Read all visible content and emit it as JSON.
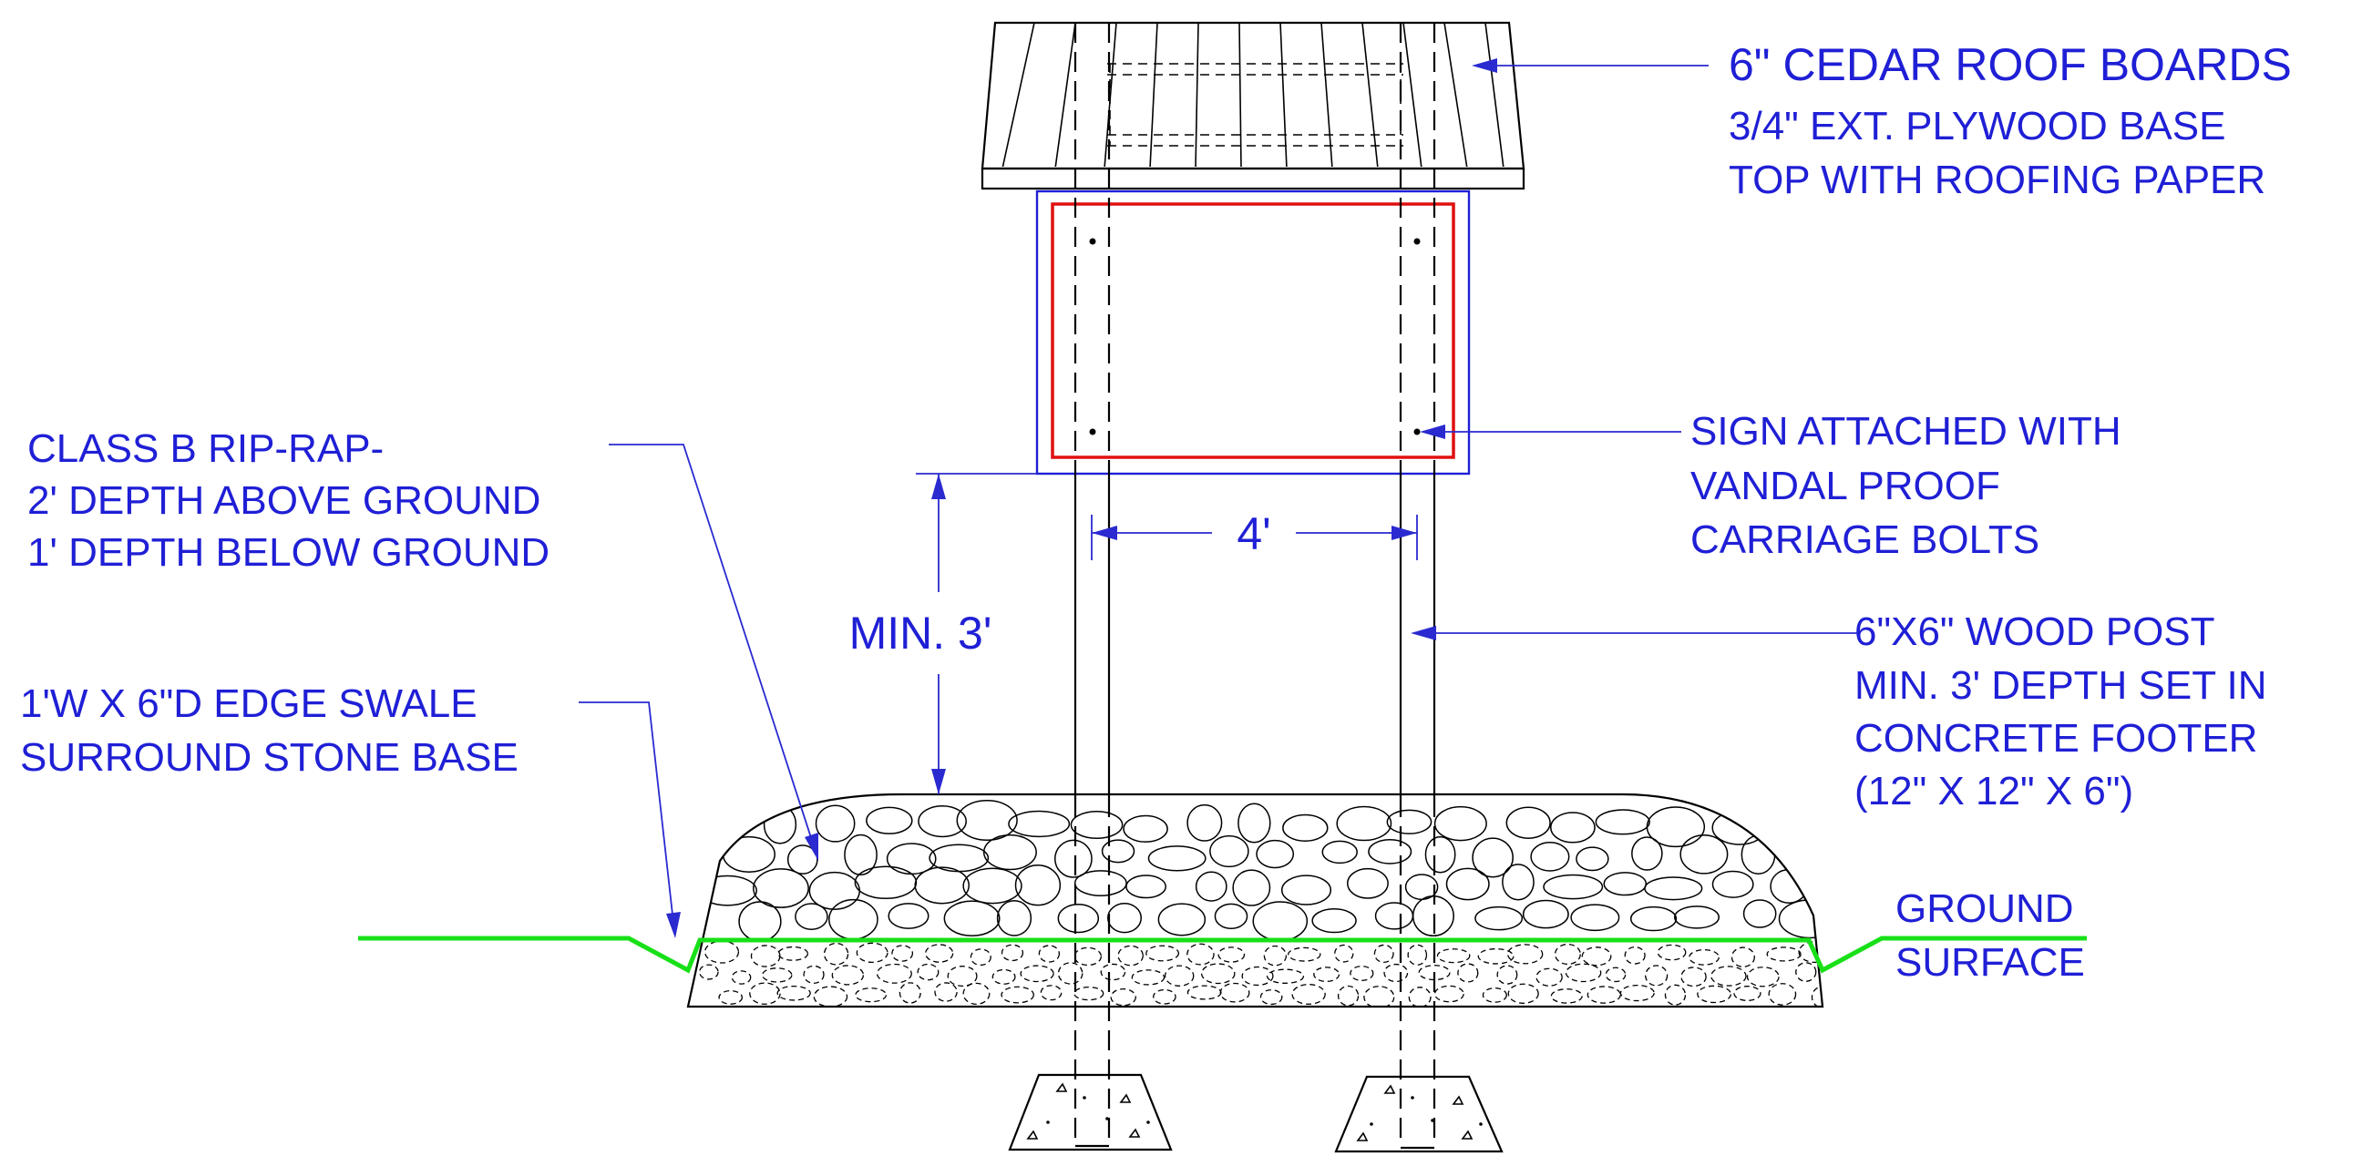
{
  "callouts": {
    "roof": {
      "line1": "6\" CEDAR ROOF BOARDS",
      "line2": "3/4\" EXT. PLYWOOD BASE",
      "line3": "TOP WITH ROOFING PAPER"
    },
    "riprap": {
      "line1": "CLASS B RIP-RAP-",
      "line2": "2' DEPTH ABOVE GROUND",
      "line3": "1' DEPTH BELOW GROUND"
    },
    "sign": {
      "line1": "SIGN ATTACHED WITH",
      "line2": "VANDAL PROOF",
      "line3": "CARRIAGE BOLTS"
    },
    "swale": {
      "line1": "1'W X 6\"D EDGE SWALE",
      "line2": "SURROUND STONE BASE"
    },
    "post": {
      "line1": "6\"X6\" WOOD POST",
      "line2": "MIN. 3' DEPTH SET IN",
      "line3": "CONCRETE FOOTER",
      "line4": "(12\" X 12\" X 6\")"
    },
    "ground": {
      "line1": "GROUND",
      "line2": "SURFACE"
    }
  },
  "dimensions": {
    "post_spacing": "4'",
    "sign_height": "MIN. 3'"
  },
  "colors": {
    "annotation": "#1f1fd6",
    "ground_line": "#18e018",
    "sign_panel_outline": "#e01010",
    "sign_frame_outline": "#1f1fd6",
    "linework": "#000000"
  }
}
